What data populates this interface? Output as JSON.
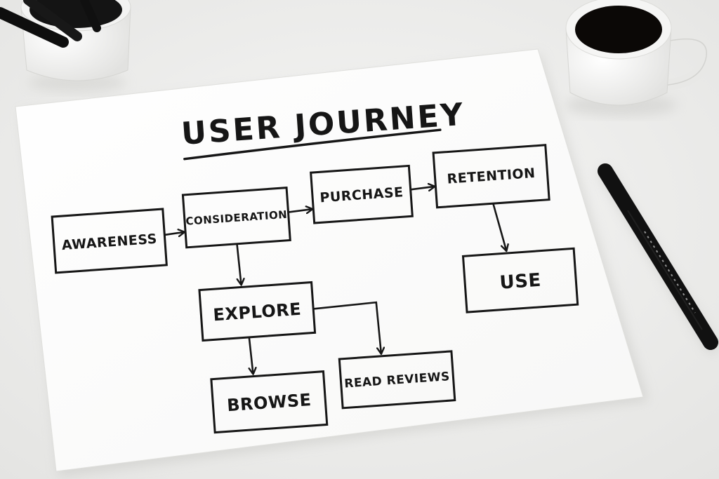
{
  "diagram": {
    "title": "USER JOURNEY",
    "nodes": {
      "awareness": "AWARENESS",
      "consideration": "CONSIDERATION",
      "purchase": "PURCHASE",
      "retention": "RETENTION",
      "explore": "EXPLORE",
      "use": "USE",
      "browse": "BROWSE",
      "read_reviews": "READ REVIEWS"
    },
    "edges": [
      [
        "awareness",
        "consideration"
      ],
      [
        "consideration",
        "purchase"
      ],
      [
        "purchase",
        "retention"
      ],
      [
        "consideration",
        "explore"
      ],
      [
        "retention",
        "use"
      ],
      [
        "explore",
        "browse"
      ],
      [
        "explore",
        "read_reviews"
      ]
    ]
  },
  "objects": [
    "paper-sheet",
    "pen-cup",
    "coffee-mug",
    "marker-pen"
  ],
  "colors": {
    "desk": "#eeeeec",
    "paper": "#ffffff",
    "ink": "#161616",
    "mug": "#ffffff",
    "coffee": "#0b0806",
    "marker": "#111111"
  }
}
